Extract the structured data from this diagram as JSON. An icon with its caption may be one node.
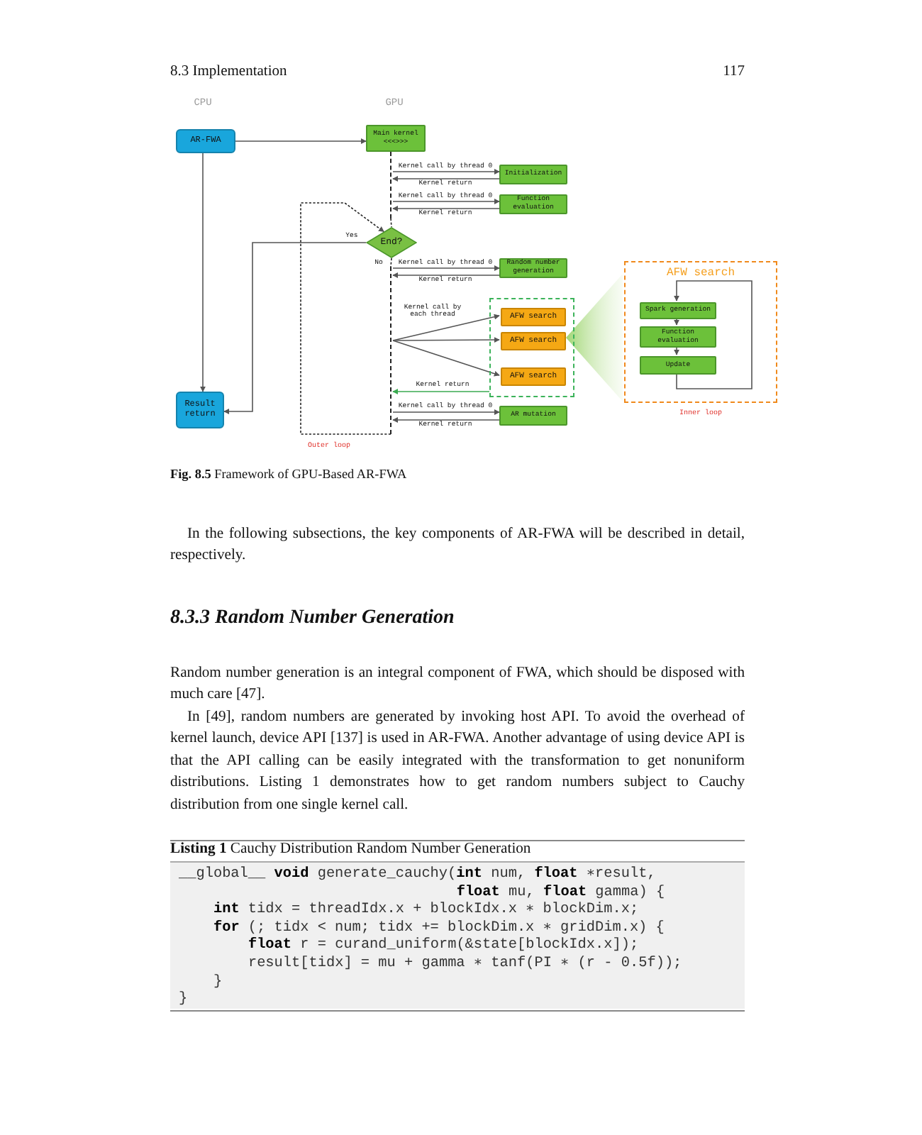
{
  "diagram": {
    "caption": "**Fig. 8.5** Framework of GPU-Based AR-FWA",
    "nodes": [
      {
        "text": [
          "AR-FWA"
        ]
      },
      {
        "text": [
          "Main kernel <<<>>>"
        ]
      },
      {
        "text": [
          "Initialization"
        ]
      },
      {
        "text": [
          "Function evaluation"
        ]
      },
      {
        "text": [
          "End?"
        ]
      },
      {
        "text": [
          "Random number generation"
        ]
      },
      {
        "text": [],
        "shape": "box"
      },
      {
        "text": [
          "AFW search"
        ],
        "in": 6
      },
      {
        "text": [
          "AFW search"
        ],
        "in": 6
      },
      {
        "text": [
          "AFW search"
        ],
        "in": 6
      },
      {
        "text": [
          "AR mutation"
        ]
      },
      {
        "text": [
          "Result return"
        ]
      },
      {
        "text": [
          "AFW search"
        ],
        "beside": [
          "Inner loop"
        ]
      },
      {
        "text": [
          "Spark generation"
        ],
        "in": 12
      },
      {
        "text": [
          "Function evaluation"
        ],
        "in": 12
      },
      {
        "text": [
          "Update"
        ],
        "in": 12
      },
      {
        "text": [],
        "shape": "bar"
      },
      {
        "text": [],
        "shape": "bar"
      },
      {
        "text": [],
        "shape": "triangle"
      }
    ],
    "edges": [
      {
        "from": 0,
        "to": 1,
        "arrow": "to"
      },
      {
        "from": 0,
        "to": 11,
        "arrow": "to"
      },
      {
        "from": 16,
        "to": 4,
        "arrow": "none",
        "style": "dashed"
      },
      {
        "from": 16,
        "to": 2,
        "arrow": "to",
        "label": "Kernel call by thread 0"
      },
      {
        "from": 2,
        "to": 16,
        "arrow": "to",
        "label": "Kernel return"
      },
      {
        "from": 16,
        "to": 3,
        "arrow": "to",
        "label": "Kernel call by thread 0"
      },
      {
        "from": 3,
        "to": 16,
        "arrow": "to",
        "label": "Kernel return"
      },
      {
        "from": 4,
        "to": 11,
        "arrow": "to",
        "label": "Yes"
      },
      {
        "from": 4,
        "to": 17,
        "arrow": "none",
        "style": "dashed",
        "label": "No"
      },
      {
        "from": 17,
        "to": 4,
        "arrow": "to",
        "style": "dashed"
      },
      {
        "from": 17,
        "to": 5,
        "arrow": "to",
        "label": "Kernel call by thread 0"
      },
      {
        "from": 5,
        "to": 17,
        "arrow": "to",
        "label": "Kernel return"
      },
      {
        "from": 17,
        "to": 7,
        "arrow": "to",
        "label": "Kernel call by each thread"
      },
      {
        "from": 17,
        "to": 8,
        "arrow": "to"
      },
      {
        "from": 17,
        "to": 9,
        "arrow": "to"
      },
      {
        "from": 6,
        "to": 17,
        "arrow": "to",
        "label": "Kernel return",
        "color": "#3aaa50"
      },
      {
        "from": 17,
        "to": 10,
        "arrow": "to",
        "label": "Kernel call by thread 0"
      },
      {
        "from": 10,
        "to": 17,
        "arrow": "to",
        "label": "Kernel return"
      },
      {
        "from": 13,
        "to": 14,
        "arrow": "to"
      },
      {
        "from": 14,
        "to": 15,
        "arrow": "to"
      },
      {
        "from": 15,
        "to": 13,
        "arrow": "to"
      }
    ],
    "labels": [
      "8.3 Implementation",
      "117",
      "CPU",
      "GPU",
      "Outer loop",
      "In the following subsections, the key components of AR-FWA will be described in detail, respectively.",
      "8.3.3 Random Number Generation",
      "Random number generation is an integral component of FWA, which should be disposed with much care [47].",
      "In [49], random numbers are generated by invoking host API. To avoid the overhead of kernel launch, device API [137] is used in AR-FWA. Another advantage of using device API is that the API calling can be easily integrated with the transformation to get nonuniform distributions. Listing 1 demonstrates how to get random numbers subject to Cauchy distribution from one single kernel call.",
      "**Listing 1** Cauchy Distribution Random Number Generation",
      "__global__ **void** generate_cauchy(**int** num, **float** ∗result,",
      "**float** mu, **float** gamma) {",
      "**int** tidx = threadIdx.x + blockIdx.x ∗ blockDim.x;",
      "**for** (; tidx < num; tidx += blockDim.x ∗ gridDim.x) {",
      "**float** r = curand_uniform(&state[blockIdx.x]);",
      "result[tidx] = mu + gamma ∗ tanf(PI ∗ (r - 0.5f));",
      "}",
      "}"
    ]
  }
}
